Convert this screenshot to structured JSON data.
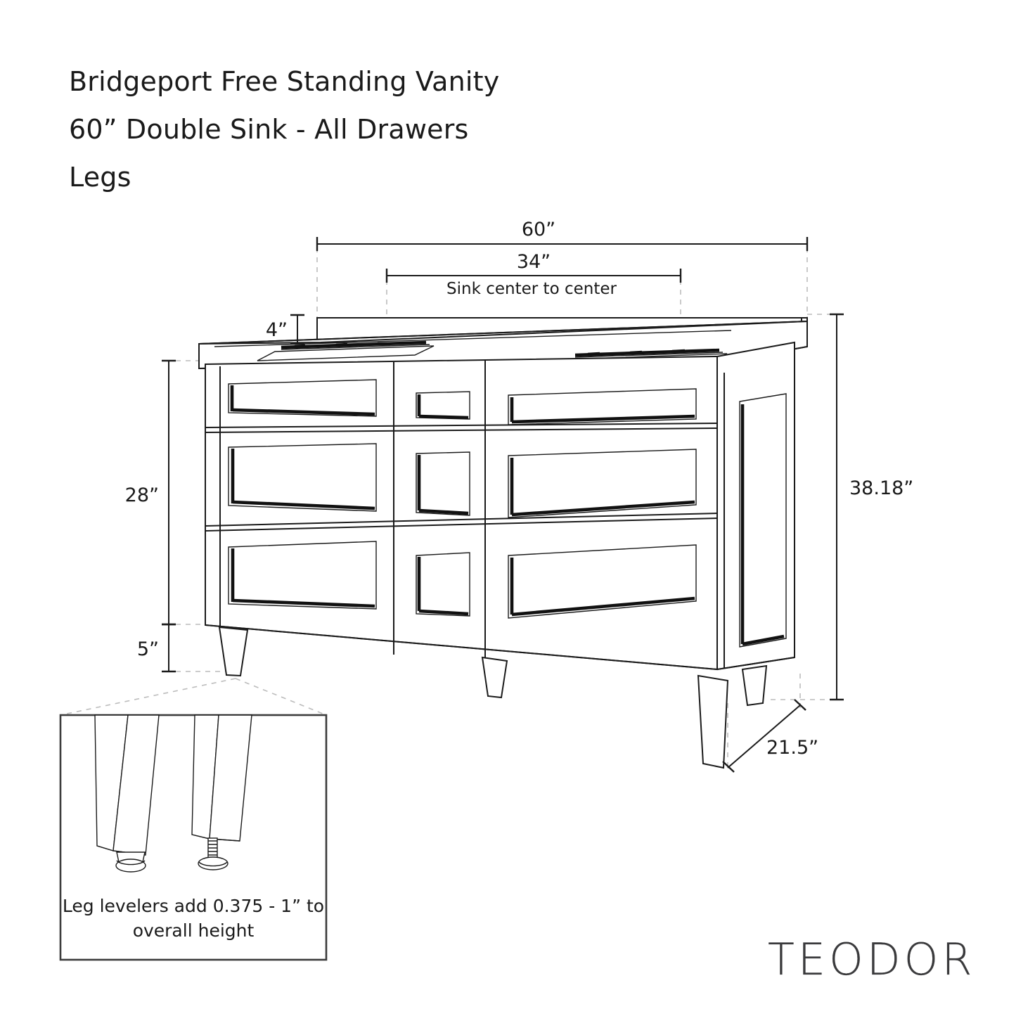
{
  "document": {
    "kind": "product-dimension-drawing",
    "title_lines": [
      "Bridgeport Free Standing Vanity",
      "60” Double Sink - All Drawers",
      "Legs"
    ],
    "brand_logo": "TEODOR"
  },
  "dimensions": {
    "overall_width": "60”",
    "sink_spacing": "34”",
    "sink_spacing_note": "Sink center to center",
    "backsplash_height": "4”",
    "counter_height": "28”",
    "leg_height": "5”",
    "overall_height": "38.18”",
    "depth": "21.5”"
  },
  "detail_callout": {
    "caption_lines": [
      "Leg levelers add 0.375 - 1” to",
      "overall height"
    ]
  },
  "colors": {
    "line": "#1b1b1b",
    "hidden_line": "#bcbcbc",
    "text": "#1a1a1a",
    "logo": "#3a3a3c",
    "background": "#ffffff"
  }
}
